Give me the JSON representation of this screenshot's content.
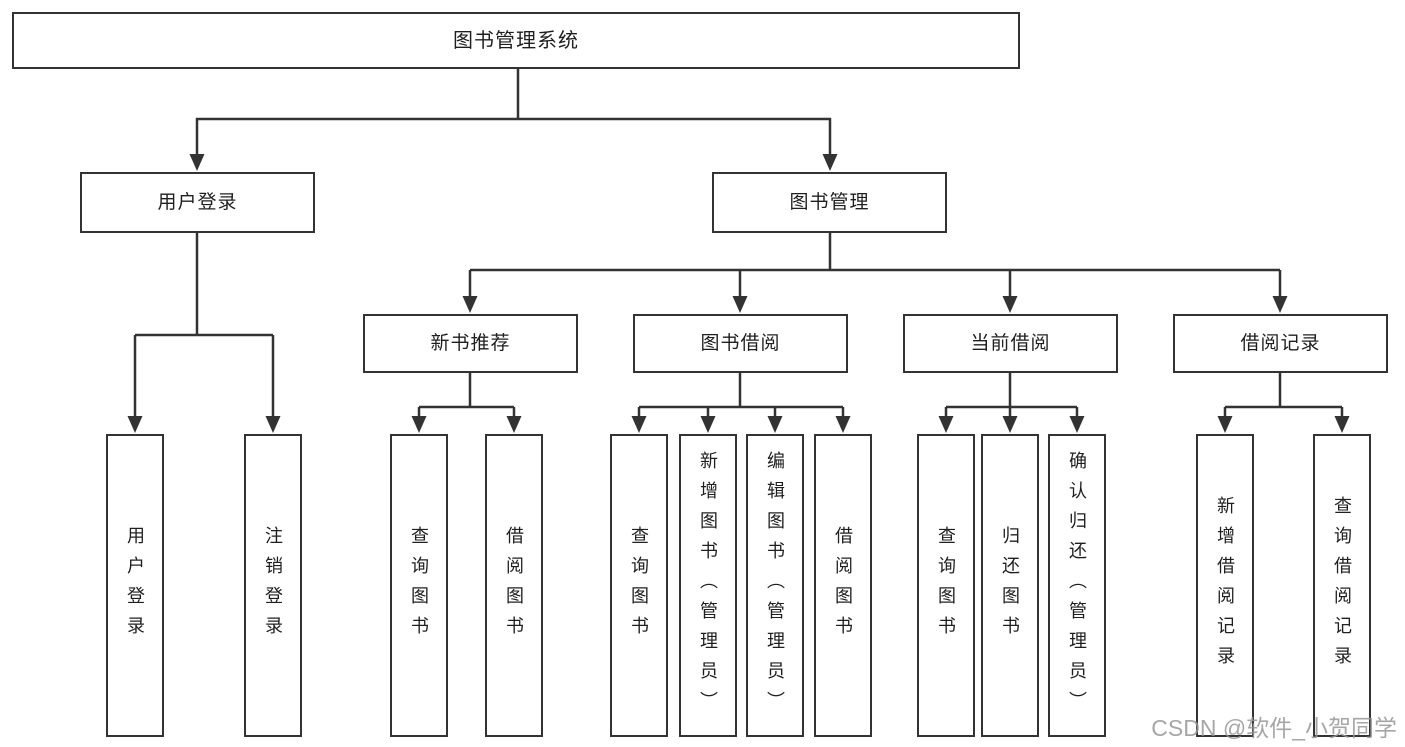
{
  "diagram": {
    "root": {
      "label": "图书管理系统"
    },
    "level2": [
      {
        "label": "用户登录"
      },
      {
        "label": "图书管理"
      }
    ],
    "level3": [
      {
        "label": "新书推荐"
      },
      {
        "label": "图书借阅"
      },
      {
        "label": "当前借阅"
      },
      {
        "label": "借阅记录"
      }
    ],
    "leaves": [
      {
        "label": "用户登录"
      },
      {
        "label": "注销登录"
      },
      {
        "label": "查询图书"
      },
      {
        "label": "借阅图书"
      },
      {
        "label": "查询图书"
      },
      {
        "label": "新增图书（管理员）"
      },
      {
        "label": "编辑图书（管理员）"
      },
      {
        "label": "借阅图书"
      },
      {
        "label": "查询图书"
      },
      {
        "label": "归还图书"
      },
      {
        "label": "确认归还（管理员）"
      },
      {
        "label": "新增借阅记录"
      },
      {
        "label": "查询借阅记录"
      }
    ],
    "watermark": "CSDN @软件_小贺同学",
    "colors": {
      "line": "#333333",
      "text": "#1f1f1f",
      "box_fill": "#ffffff",
      "watermark": "#969696"
    }
  }
}
